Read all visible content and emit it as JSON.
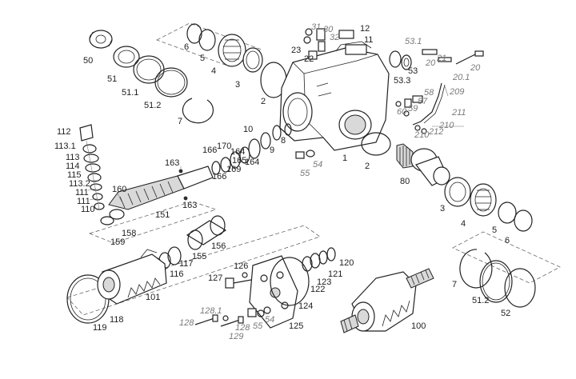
{
  "callouts": [
    {
      "key": "c50",
      "text": "50"
    },
    {
      "key": "c51",
      "text": "51"
    },
    {
      "key": "c51_1",
      "text": "51.1"
    },
    {
      "key": "c51_2a",
      "text": "51.2"
    },
    {
      "key": "c7a",
      "text": "7"
    },
    {
      "key": "c6a",
      "text": "6"
    },
    {
      "key": "c5a",
      "text": "5"
    },
    {
      "key": "c4a",
      "text": "4"
    },
    {
      "key": "c3a",
      "text": "3"
    },
    {
      "key": "c2a",
      "text": "2"
    },
    {
      "key": "c31",
      "text": "31"
    },
    {
      "key": "c30",
      "text": "30"
    },
    {
      "key": "c32",
      "text": "32"
    },
    {
      "key": "c12",
      "text": "12"
    },
    {
      "key": "c11",
      "text": "11"
    },
    {
      "key": "c23",
      "text": "23"
    },
    {
      "key": "c22",
      "text": "22"
    },
    {
      "key": "c53_1",
      "text": "53.1"
    },
    {
      "key": "c21",
      "text": "21"
    },
    {
      "key": "c20",
      "text": "20"
    },
    {
      "key": "c53",
      "text": "53"
    },
    {
      "key": "c20b",
      "text": "20"
    },
    {
      "key": "c20_1",
      "text": "20.1"
    },
    {
      "key": "c53_3",
      "text": "53.3"
    },
    {
      "key": "c209",
      "text": "209"
    },
    {
      "key": "c58",
      "text": "58"
    },
    {
      "key": "c57",
      "text": "57"
    },
    {
      "key": "c59",
      "text": "59"
    },
    {
      "key": "c60",
      "text": "60"
    },
    {
      "key": "c211",
      "text": "211"
    },
    {
      "key": "c210",
      "text": "210"
    },
    {
      "key": "c212",
      "text": "212"
    },
    {
      "key": "c210b",
      "text": "210"
    },
    {
      "key": "c112",
      "text": "112"
    },
    {
      "key": "c113_1",
      "text": "113.1"
    },
    {
      "key": "c113",
      "text": "113"
    },
    {
      "key": "c114",
      "text": "114"
    },
    {
      "key": "c115",
      "text": "115"
    },
    {
      "key": "c113_2",
      "text": "113.2"
    },
    {
      "key": "c111",
      "text": "111"
    },
    {
      "key": "c111b",
      "text": "111"
    },
    {
      "key": "c110",
      "text": "110"
    },
    {
      "key": "c160",
      "text": "160"
    },
    {
      "key": "c163a",
      "text": "163"
    },
    {
      "key": "c163b",
      "text": "163"
    },
    {
      "key": "c166a",
      "text": "166"
    },
    {
      "key": "c170",
      "text": "170"
    },
    {
      "key": "c10",
      "text": "10"
    },
    {
      "key": "c164a",
      "text": "164"
    },
    {
      "key": "c165",
      "text": "165"
    },
    {
      "key": "c169",
      "text": "169"
    },
    {
      "key": "c164b",
      "text": "164"
    },
    {
      "key": "c9",
      "text": "9"
    },
    {
      "key": "c8",
      "text": "8"
    },
    {
      "key": "c166b",
      "text": "166"
    },
    {
      "key": "c1",
      "text": "1"
    },
    {
      "key": "c2b",
      "text": "2"
    },
    {
      "key": "c54a",
      "text": "54"
    },
    {
      "key": "c55a",
      "text": "55"
    },
    {
      "key": "c80",
      "text": "80"
    },
    {
      "key": "c158",
      "text": "158"
    },
    {
      "key": "c159",
      "text": "159"
    },
    {
      "key": "c151",
      "text": "151"
    },
    {
      "key": "c156",
      "text": "156"
    },
    {
      "key": "c155",
      "text": "155"
    },
    {
      "key": "c117",
      "text": "117"
    },
    {
      "key": "c116",
      "text": "116"
    },
    {
      "key": "c126",
      "text": "126"
    },
    {
      "key": "c127",
      "text": "127"
    },
    {
      "key": "c120",
      "text": "120"
    },
    {
      "key": "c121",
      "text": "121"
    },
    {
      "key": "c123",
      "text": "123"
    },
    {
      "key": "c122",
      "text": "122"
    },
    {
      "key": "c3b",
      "text": "3"
    },
    {
      "key": "c4b",
      "text": "4"
    },
    {
      "key": "c5b",
      "text": "5"
    },
    {
      "key": "c6b",
      "text": "6"
    },
    {
      "key": "c7b",
      "text": "7"
    },
    {
      "key": "c51_2b",
      "text": "51.2"
    },
    {
      "key": "c52",
      "text": "52"
    },
    {
      "key": "c101",
      "text": "101"
    },
    {
      "key": "c118",
      "text": "118"
    },
    {
      "key": "c119",
      "text": "119"
    },
    {
      "key": "c124",
      "text": "124"
    },
    {
      "key": "c128_1",
      "text": "128.1"
    },
    {
      "key": "c128a",
      "text": "128"
    },
    {
      "key": "c128b",
      "text": "128"
    },
    {
      "key": "c129",
      "text": "129"
    },
    {
      "key": "c55b",
      "text": "55"
    },
    {
      "key": "c54b",
      "text": "54"
    },
    {
      "key": "c125",
      "text": "125"
    },
    {
      "key": "c100",
      "text": "100"
    }
  ]
}
